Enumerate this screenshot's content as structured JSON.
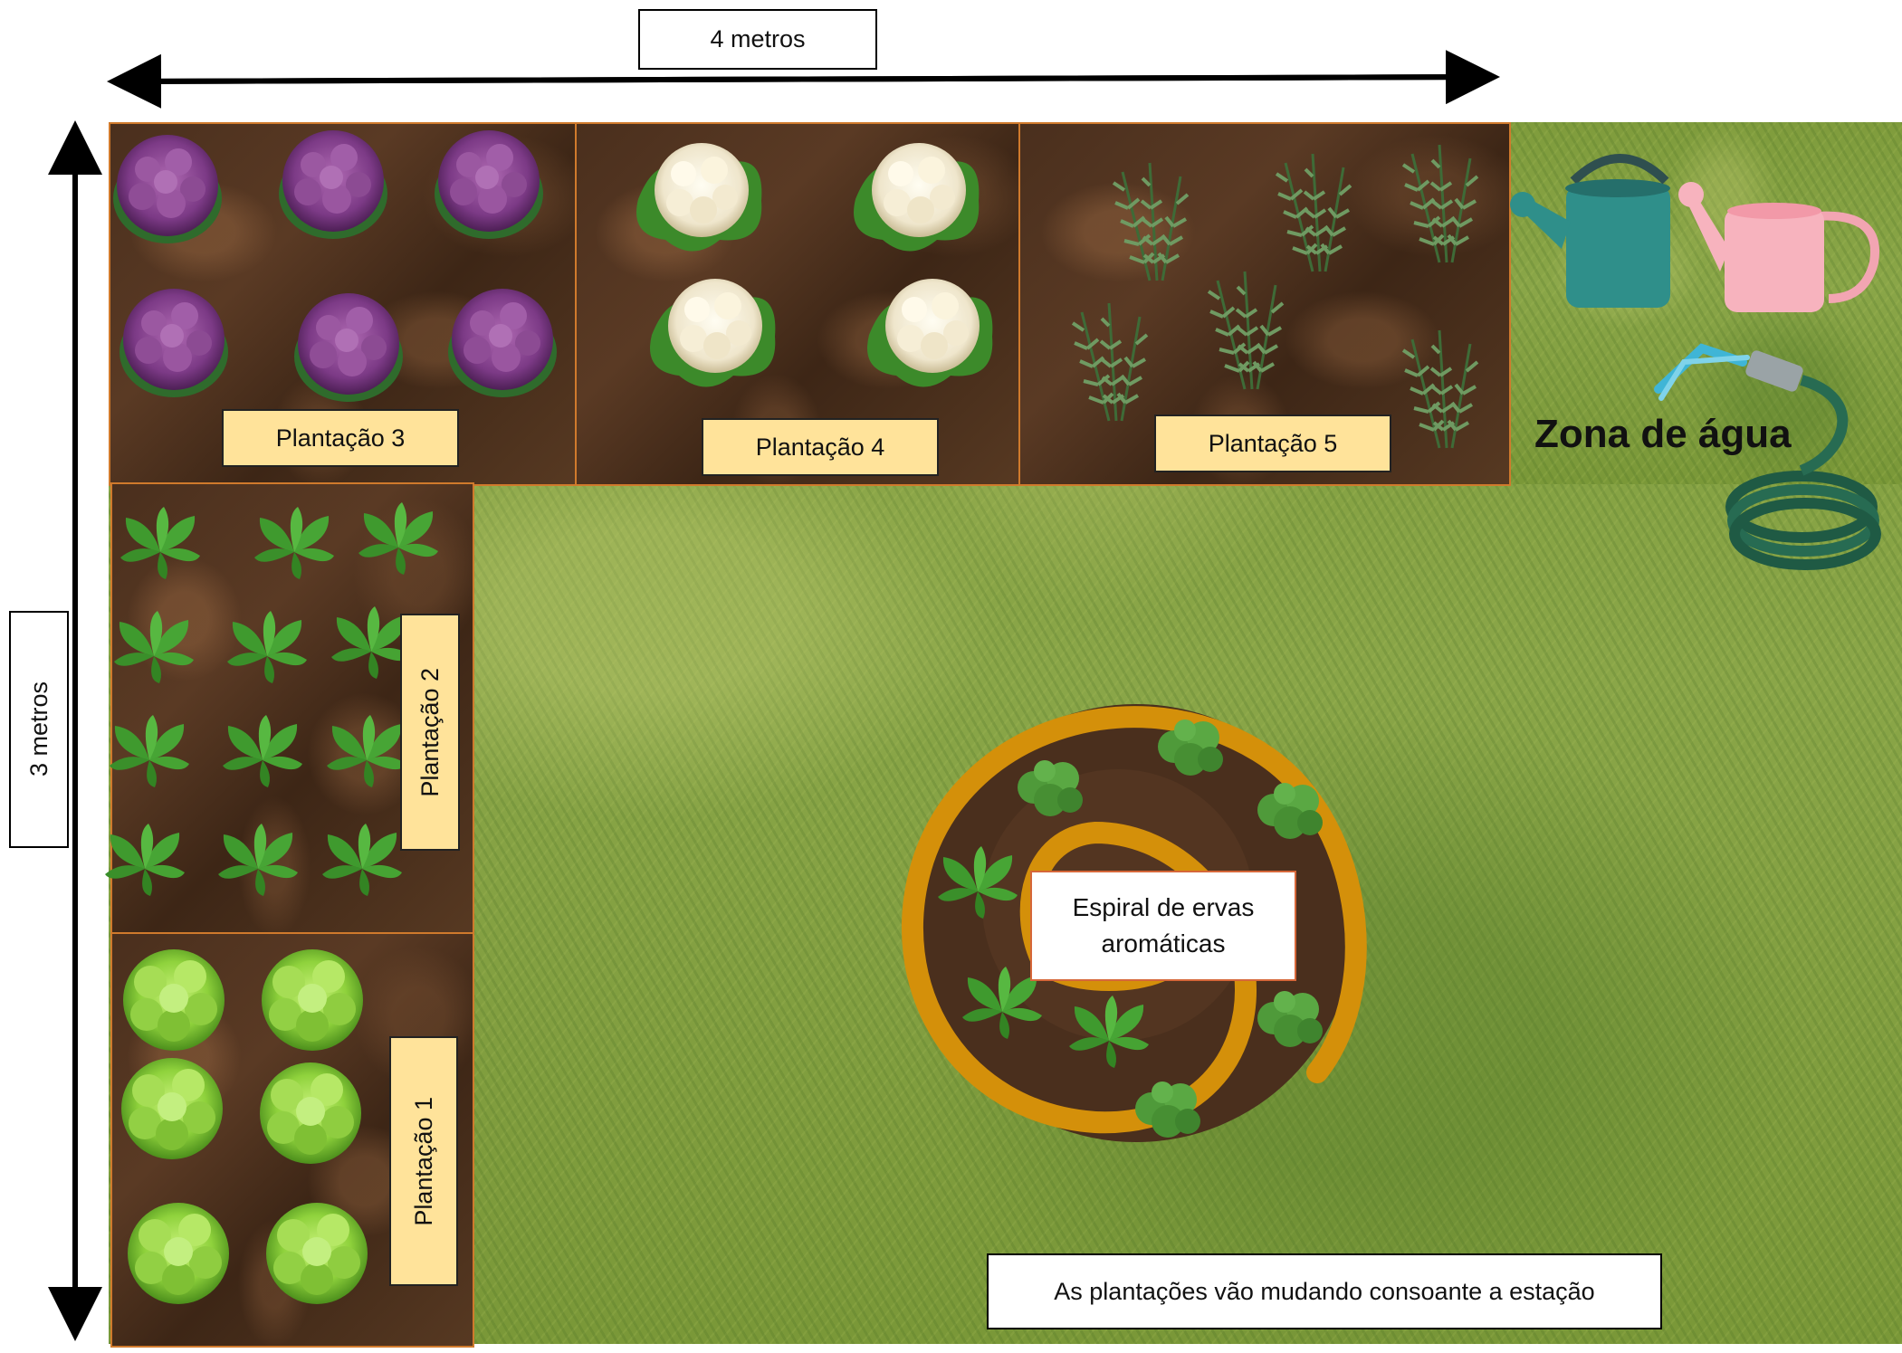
{
  "dimensions": {
    "width_label": "4 metros",
    "height_label": "3 metros"
  },
  "plots": [
    {
      "label": "Plantação 1",
      "plant": "lettuce-icon"
    },
    {
      "label": "Plantação 2",
      "plant": "basil-icon"
    },
    {
      "label": "Plantação 3",
      "plant": "purple-cauliflower-icon"
    },
    {
      "label": "Plantação 4",
      "plant": "cauliflower-icon"
    },
    {
      "label": "Plantação 5",
      "plant": "rosemary-icon"
    }
  ],
  "water_zone": {
    "label": "Zona de água",
    "icons": [
      "watering-can-icon",
      "hose-icon"
    ]
  },
  "spiral": {
    "label": "Espiral de ervas aromáticas"
  },
  "note": "As plantações vão mudando consoante a estação",
  "colors": {
    "soil": "#4a2f1d",
    "grass": "#8aa648",
    "plot_label": "#ffe39a",
    "border": "#d07a2c",
    "spiral": "#d4900a"
  }
}
